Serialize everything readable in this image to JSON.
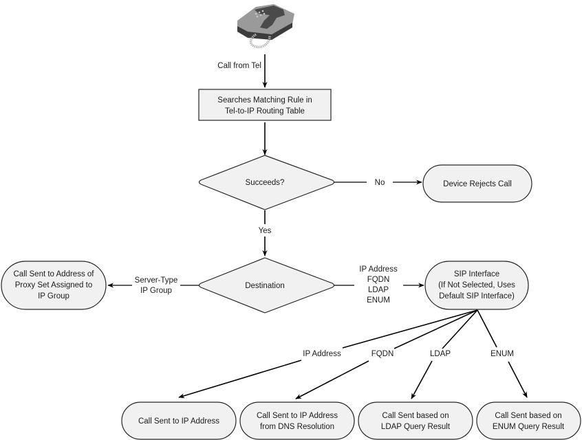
{
  "diagram": {
    "title": "Tel-to-IP call routing flowchart",
    "colors": {
      "node_fill": "#f1f1f1",
      "stroke": "#262626",
      "text": "#1a1a1a"
    },
    "start_icon": "telephone-icon",
    "nodes": {
      "search": {
        "lines": [
          "Searches Matching Rule in",
          "Tel-to-IP Routing Table"
        ]
      },
      "succeeds": {
        "lines": [
          "Succeeds?"
        ]
      },
      "reject": {
        "lines": [
          "Device Rejects Call"
        ]
      },
      "destination": {
        "lines": [
          "Destination"
        ]
      },
      "proxy": {
        "lines": [
          "Call Sent to Address of",
          "Proxy Set Assigned to",
          "IP Group"
        ]
      },
      "sip": {
        "lines": [
          "SIP Interface",
          "(If Not Selected, Uses",
          "Default SIP Interface)"
        ]
      },
      "ip": {
        "lines": [
          "Call Sent to IP Address"
        ]
      },
      "dns": {
        "lines": [
          "Call Sent to IP Address",
          "from DNS Resolution"
        ]
      },
      "ldap": {
        "lines": [
          "Call Sent based on",
          "LDAP Query Result"
        ]
      },
      "enum": {
        "lines": [
          "Call Sent based on",
          "ENUM Query Result"
        ]
      }
    },
    "edge_labels": {
      "call_from_tel": [
        "Call from Tel"
      ],
      "no": [
        "No"
      ],
      "yes": [
        "Yes"
      ],
      "server_type": [
        "Server-Type",
        "IP Group"
      ],
      "dest_types": [
        "IP Address",
        "FQDN",
        "LDAP",
        "ENUM"
      ],
      "to_ip": [
        "IP Address"
      ],
      "to_fqdn": [
        "FQDN"
      ],
      "to_ldap": [
        "LDAP"
      ],
      "to_enum": [
        "ENUM"
      ]
    }
  }
}
